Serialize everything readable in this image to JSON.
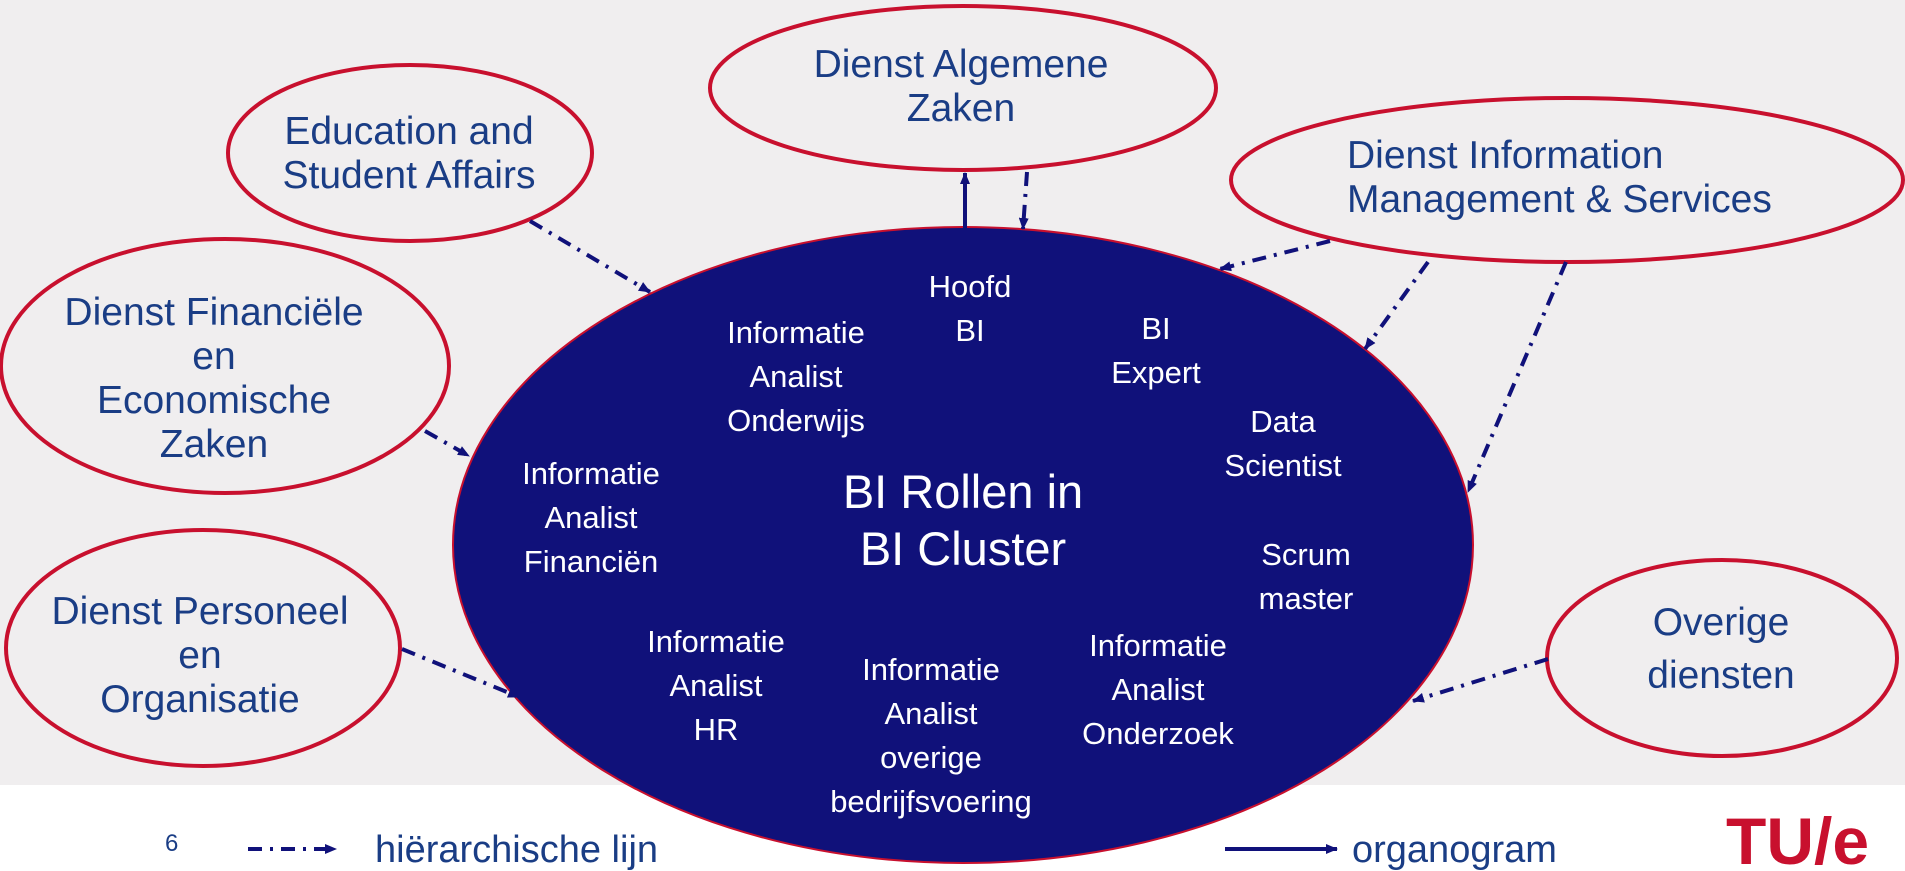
{
  "colors": {
    "background": "#f0eeef",
    "footer_background": "#ffffff",
    "outer_ellipse_border": "#c8102e",
    "outer_ellipse_fill": "#f0eeef",
    "outer_text": "#1a3d85",
    "center_fill": "#10117a",
    "center_text": "#ffffff",
    "arrow": "#10117a",
    "logo": "#c8102e"
  },
  "outer_units": [
    {
      "id": "dienst-algemene-zaken",
      "lines": [
        "Dienst Algemene",
        "Zaken"
      ]
    },
    {
      "id": "education-student-affairs",
      "lines": [
        "Education and",
        "Student Affairs"
      ]
    },
    {
      "id": "dienst-information-management",
      "lines": [
        "Dienst Information",
        "Management & Services"
      ]
    },
    {
      "id": "dienst-financiele-economische-zaken",
      "lines": [
        "Dienst Financiële",
        "en",
        "Economische",
        "Zaken"
      ]
    },
    {
      "id": "dienst-personeel-organisatie",
      "lines": [
        "Dienst Personeel",
        "en",
        "Organisatie"
      ]
    },
    {
      "id": "overige-diensten",
      "lines": [
        "Overige",
        "diensten"
      ]
    }
  ],
  "center": {
    "lines": [
      "BI Rollen in",
      "BI Cluster"
    ]
  },
  "roles": [
    {
      "id": "hoofd-bi",
      "lines": [
        "Hoofd",
        "BI"
      ]
    },
    {
      "id": "informatie-analist-onderwijs",
      "lines": [
        "Informatie",
        "Analist",
        "Onderwijs"
      ]
    },
    {
      "id": "bi-expert",
      "lines": [
        "BI",
        "Expert"
      ]
    },
    {
      "id": "data-scientist",
      "lines": [
        "Data",
        "Scientist"
      ]
    },
    {
      "id": "informatie-analist-financien",
      "lines": [
        "Informatie",
        "Analist",
        "Financiën"
      ]
    },
    {
      "id": "scrum-master",
      "lines": [
        "Scrum",
        "master"
      ]
    },
    {
      "id": "informatie-analist-hr",
      "lines": [
        "Informatie",
        "Analist",
        "HR"
      ]
    },
    {
      "id": "informatie-analist-overige",
      "lines": [
        "Informatie",
        "Analist",
        "overige",
        "bedrijfsvoering"
      ]
    },
    {
      "id": "informatie-analist-onderzoek",
      "lines": [
        "Informatie",
        "Analist",
        "Onderzoek"
      ]
    }
  ],
  "legend": {
    "hierarchical": "hiërarchische lijn",
    "organogram": "organogram"
  },
  "page_number": "6",
  "logo": "TU/e"
}
